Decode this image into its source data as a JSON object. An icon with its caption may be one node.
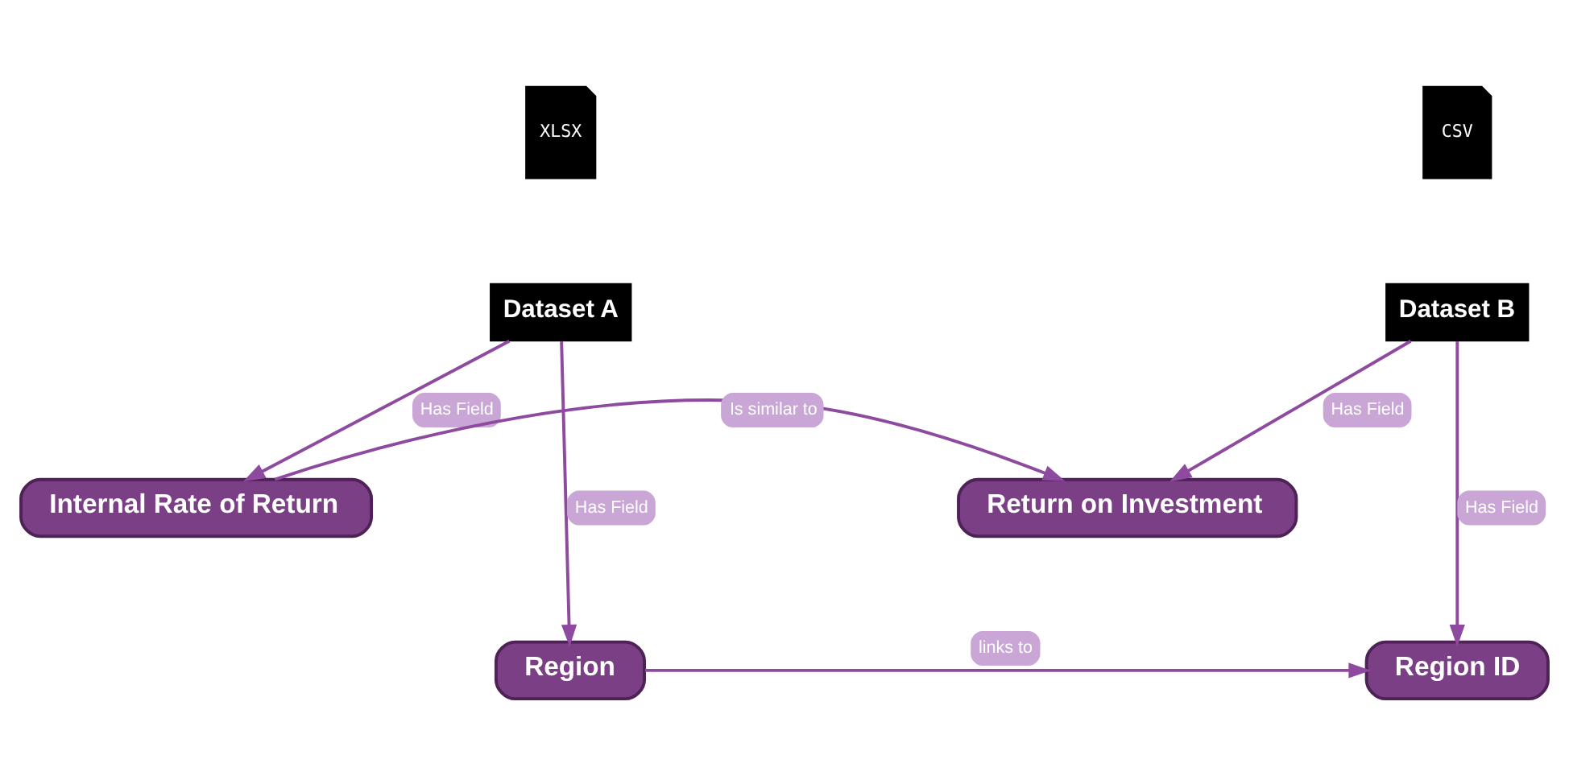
{
  "diagram": {
    "nodes": [
      {
        "text": [
          "XLSX"
        ]
      },
      {
        "text": [
          "Dataset A"
        ]
      },
      {
        "text": [
          "CSV"
        ]
      },
      {
        "text": [
          "Dataset B"
        ]
      },
      {
        "text": [
          "Internal Rate of Return"
        ]
      },
      {
        "text": [
          "Return on Investment"
        ]
      },
      {
        "text": [
          "Region"
        ]
      },
      {
        "text": [
          "Region ID"
        ]
      }
    ],
    "edges": [
      {
        "from": 1,
        "to": 4,
        "arrow": "to",
        "label": "Has Field"
      },
      {
        "from": 1,
        "to": 6,
        "arrow": "to",
        "label": "Has Field"
      },
      {
        "from": 3,
        "to": 7,
        "arrow": "to",
        "label": "Has Field"
      },
      {
        "from": 3,
        "to": 5,
        "arrow": "to",
        "label": "Has Field"
      },
      {
        "from": 4,
        "to": 5,
        "arrow": "to",
        "label": "Is similar to"
      },
      {
        "from": 6,
        "to": 7,
        "arrow": "to",
        "label": "links to"
      }
    ]
  }
}
